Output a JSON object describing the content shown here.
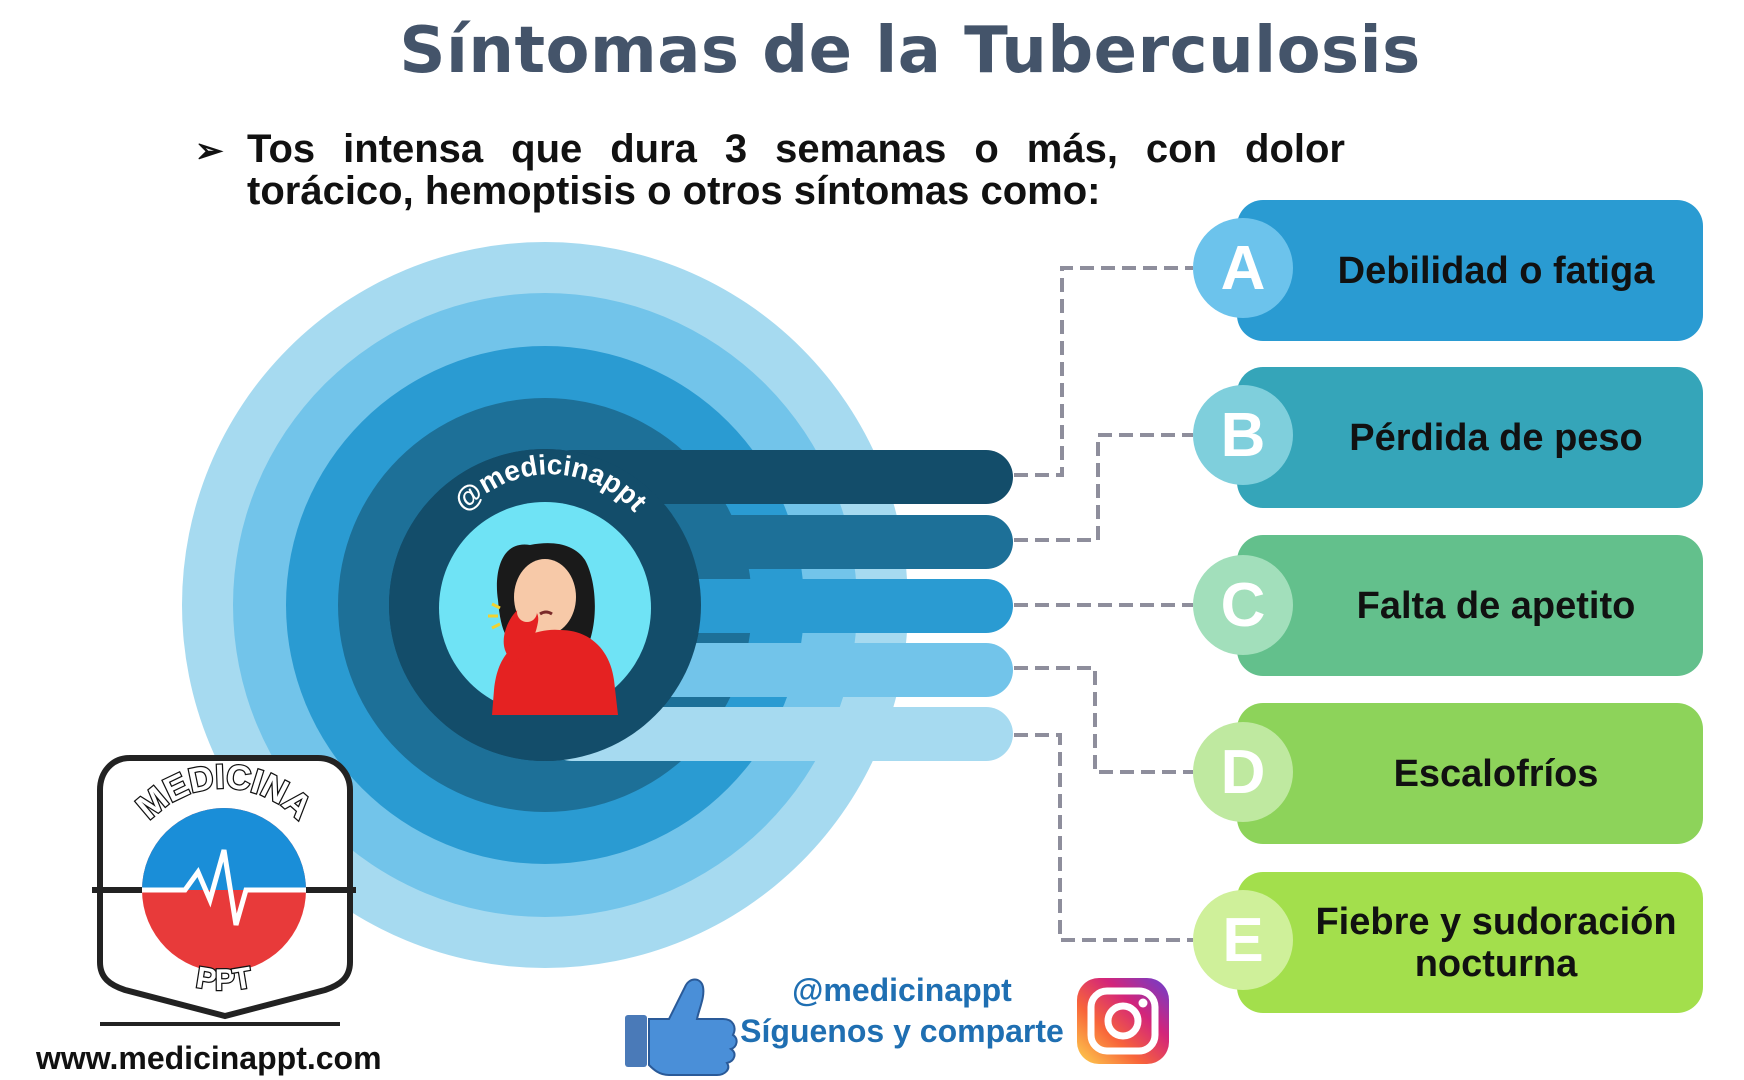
{
  "title": "Síntomas de la Tuberculosis",
  "intro": {
    "bullet_icon": "arrow-bullet-icon",
    "text": "Tos intensa que dura 3 semanas o más, con dolor torácico, hemoptisis o otros síntomas como:"
  },
  "center": {
    "handle": "@medicinappt",
    "illustration": "coughing-woman-icon"
  },
  "symptoms": [
    {
      "letter": "A",
      "label": "Debilidad o fatiga",
      "card_color": "#2a9bd2",
      "circle_color": "#6cc3ec"
    },
    {
      "letter": "B",
      "label": "Pérdida de peso",
      "card_color": "#35a5b9",
      "circle_color": "#7fcfdc"
    },
    {
      "letter": "C",
      "label": "Falta de apetito",
      "card_color": "#63c08c",
      "circle_color": "#a2dfbb"
    },
    {
      "letter": "D",
      "label": "Escalofríos",
      "card_color": "#8dd35a",
      "circle_color": "#bfe9a0"
    },
    {
      "letter": "E",
      "label": "Fiebre y sudoración nocturna",
      "card_color": "#a3df4c",
      "circle_color": "#cff09a"
    }
  ],
  "social": {
    "handle": "@medicinappt",
    "cta": "Síguenos y comparte",
    "like_icon": "thumbs-up-icon",
    "instagram_icon": "instagram-icon"
  },
  "logo": {
    "top_text": "MEDICINA",
    "bottom_text": "PPT"
  },
  "website": "www.medicinappt.com"
}
